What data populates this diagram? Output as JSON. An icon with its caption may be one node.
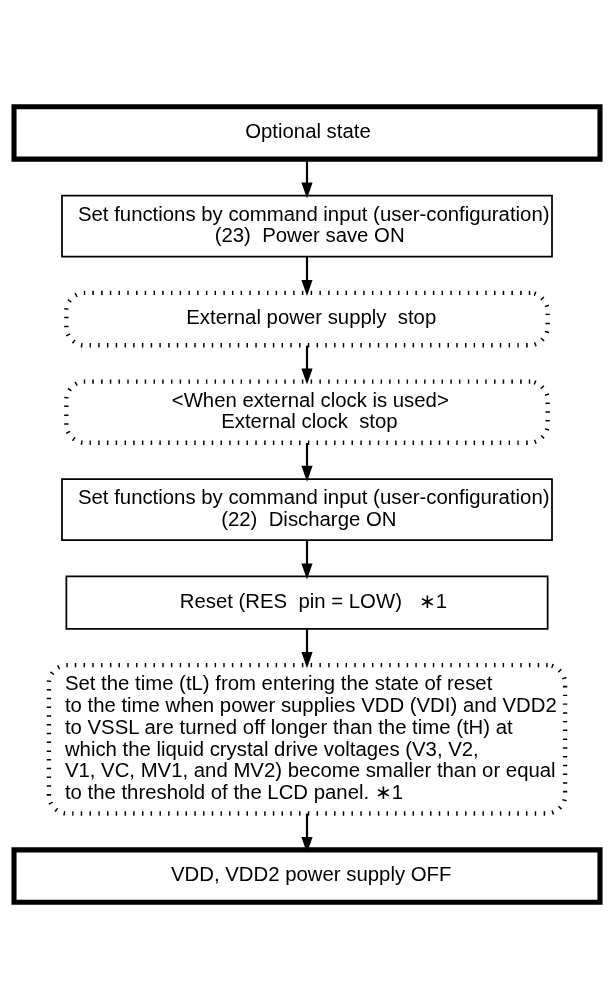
{
  "diagram": {
    "nodes": [
      {
        "text": [
          "Optional state"
        ]
      },
      {
        "text": [
          "Set functions by command input (user-configuration)",
          "(23)  Power save ON"
        ]
      },
      {
        "text": [
          "External power supply  stop"
        ]
      },
      {
        "text": [
          "<When external clock is used>",
          "External clock  stop"
        ]
      },
      {
        "text": [
          "Set functions by command input (user-configuration)",
          "(22)  Discharge ON"
        ]
      },
      {
        "text": [
          "Reset (RES  pin = LOW)   ∗1"
        ]
      },
      {
        "text": [
          "Set the time (tL) from entering the state of reset to the time when power supplies VDD (VDI) and VDD2 to VSSL are turned off longer than the time (tH) at which the liquid crystal drive voltages (V3, V2, V1, VC, MV1, and MV2) become smaller than or equal to the threshold of the LCD panel. ∗1"
        ]
      },
      {
        "text": [
          "VDD, VDD2 power supply OFF"
        ]
      }
    ],
    "edges": [
      {
        "from": 0,
        "to": 1,
        "arrow": "to"
      },
      {
        "from": 1,
        "to": 2,
        "arrow": "to"
      },
      {
        "from": 2,
        "to": 3,
        "arrow": "to"
      },
      {
        "from": 3,
        "to": 4,
        "arrow": "to"
      },
      {
        "from": 4,
        "to": 5,
        "arrow": "to"
      },
      {
        "from": 5,
        "to": 6,
        "arrow": "to"
      },
      {
        "from": 6,
        "to": 7,
        "arrow": "to"
      }
    ]
  }
}
